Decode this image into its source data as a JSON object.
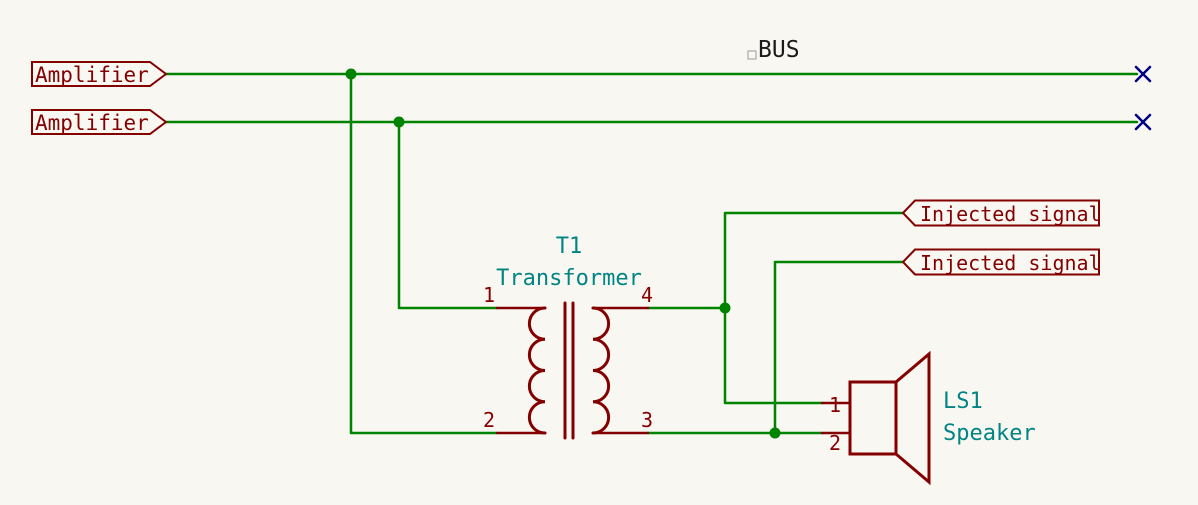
{
  "colors": {
    "bg": "#f8f7f2",
    "wire": "#008400",
    "symbol": "#840000",
    "value": "#008484",
    "noconnect": "#000084",
    "text": "#1a1a1a",
    "anchor": "#9a9a9a"
  },
  "labels": {
    "bus": "BUS",
    "amplifier_top": "Amplifier",
    "amplifier_bottom": "Amplifier",
    "injected_top": "Injected signal",
    "injected_bottom": "Injected signal"
  },
  "transformer": {
    "ref": "T1",
    "value": "Transformer",
    "pins": {
      "p1": "1",
      "p2": "2",
      "p3": "3",
      "p4": "4"
    }
  },
  "speaker": {
    "ref": "LS1",
    "value": "Speaker",
    "pins": {
      "p1": "1",
      "p2": "2"
    }
  }
}
